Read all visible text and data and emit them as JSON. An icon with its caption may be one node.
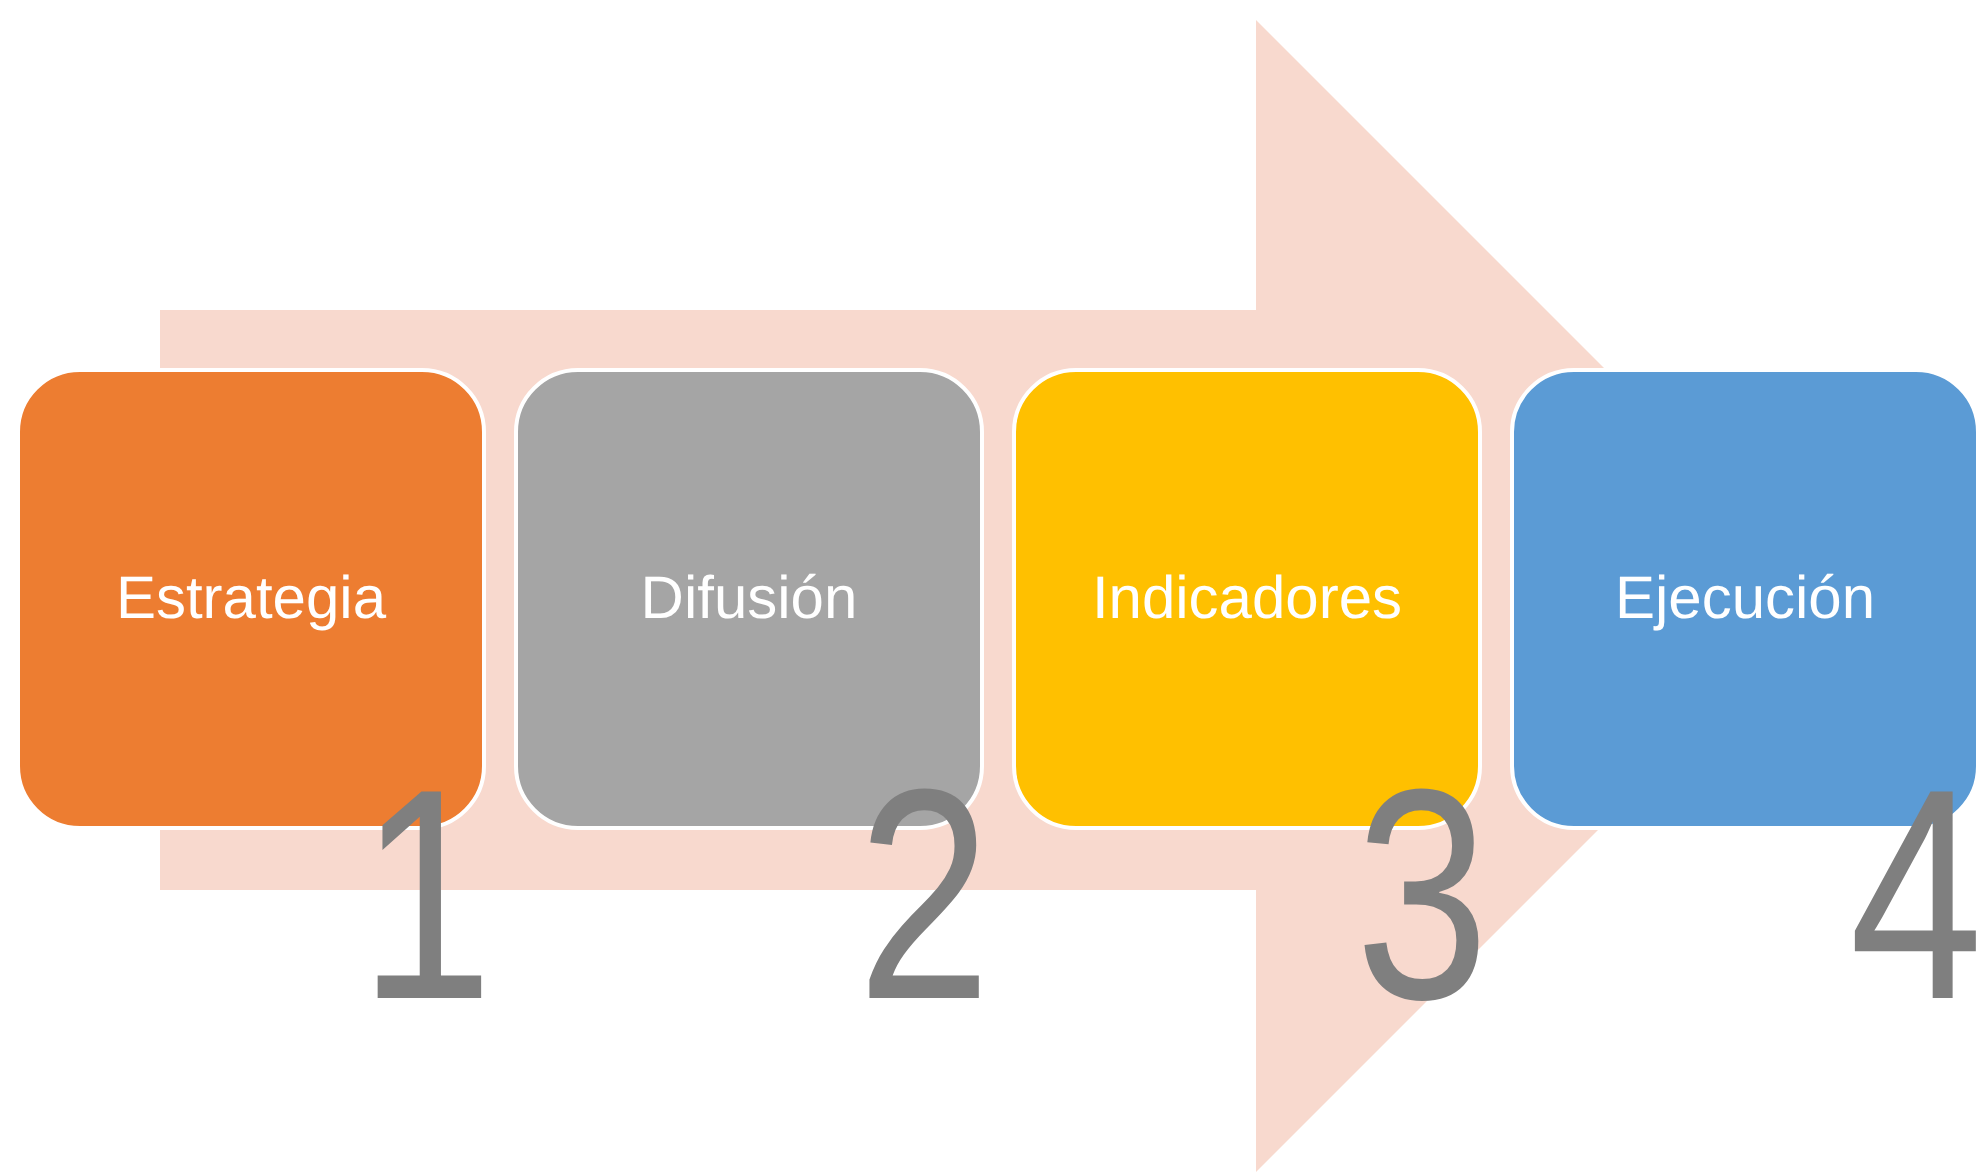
{
  "diagram": {
    "nodes": [
      {
        "text": [
          "Estrategia"
        ]
      },
      {
        "text": [
          "Difusión"
        ]
      },
      {
        "text": [
          "Indicadores"
        ]
      },
      {
        "text": [
          "Ejecución"
        ]
      }
    ],
    "edges": [
      {
        "from": 0,
        "to": 3,
        "arrow": "to"
      }
    ],
    "labels": [
      "1",
      "2",
      "3",
      "4"
    ]
  }
}
